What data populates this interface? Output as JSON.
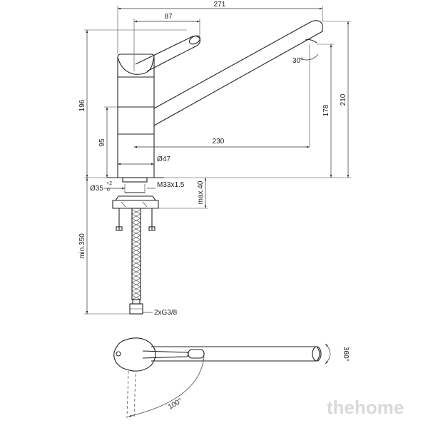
{
  "dimensions": {
    "overall_length": "271",
    "lever_reach": "87",
    "height_210": "210",
    "height_196": "196",
    "height_178": "178",
    "height_95": "95",
    "spout_reach": "230",
    "body_diameter": "Ø47",
    "hole_diameter": "Ø35",
    "hole_tolerance_plus": "+2",
    "hole_tolerance_minus": "0",
    "thread": "M33x1.5",
    "max_deck": "max.40",
    "min_hose": "min.350",
    "connection": "2xG3/8",
    "spout_angle": "30°",
    "lever_angle": "100°",
    "swivel": "360°"
  },
  "watermark": "thehome",
  "colors": {
    "line": "#222222",
    "watermark": "#d9d9d9",
    "background": "#ffffff"
  }
}
